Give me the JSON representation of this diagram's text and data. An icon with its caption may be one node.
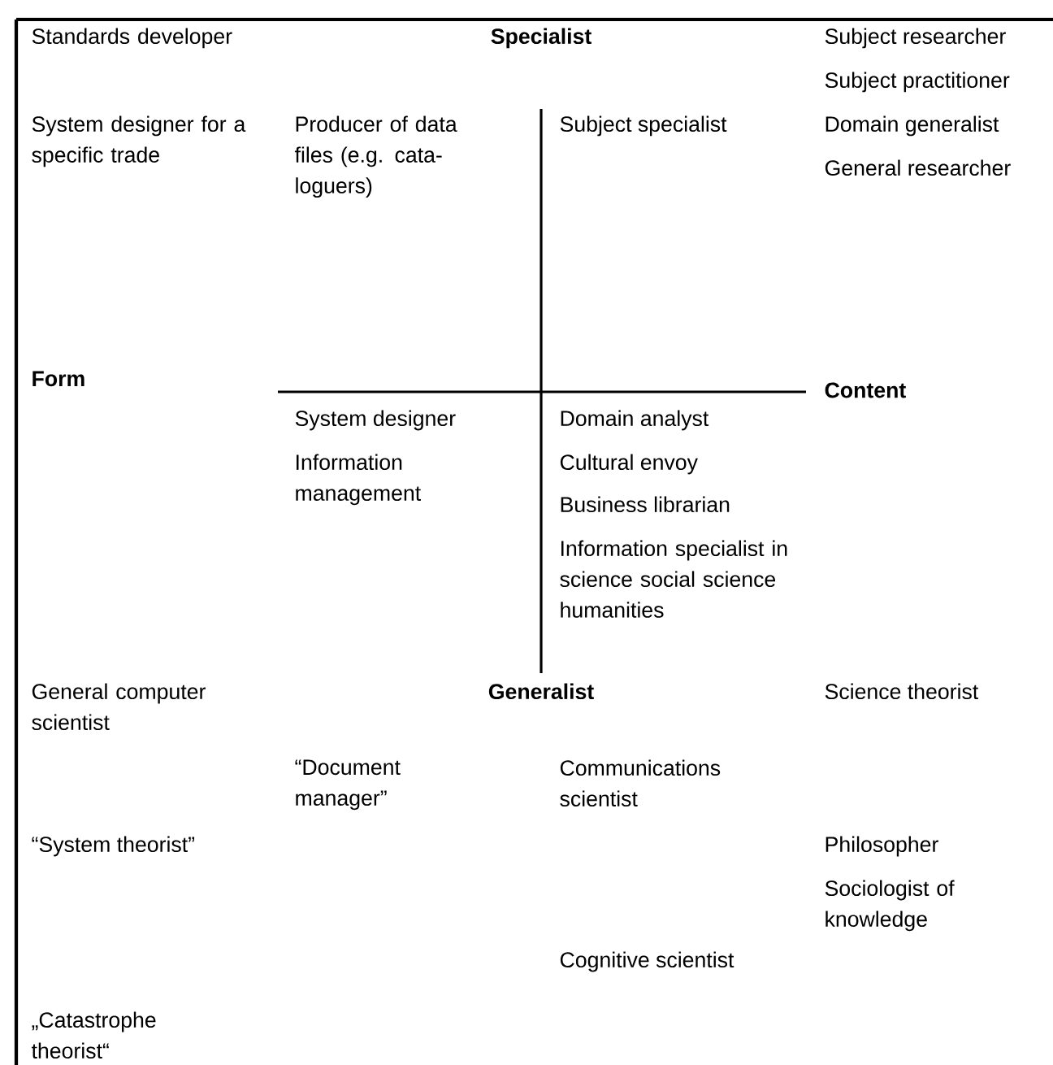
{
  "diagram": {
    "labels": [
      "Standards developer",
      "Specialist",
      "Subject researcher",
      "Subject practitioner",
      "System designer for a specific trade",
      "Producer of data files (e.g. cata-loguers)",
      "Subject specialist",
      "Domain generalist",
      "General researcher",
      "Form",
      "Content",
      "System designer",
      "Information management",
      "Domain analyst",
      "Cultural envoy",
      "Business librarian",
      "Information specialist in science social science humanities",
      "General computer scientist",
      "Generalist",
      "Science theorist",
      "“Document manager”",
      "Communications scientist",
      "“System theorist”",
      "Philosopher",
      "Sociologist of knowledge",
      "Cognitive scientist",
      "„Catastrophe theorist“"
    ]
  }
}
